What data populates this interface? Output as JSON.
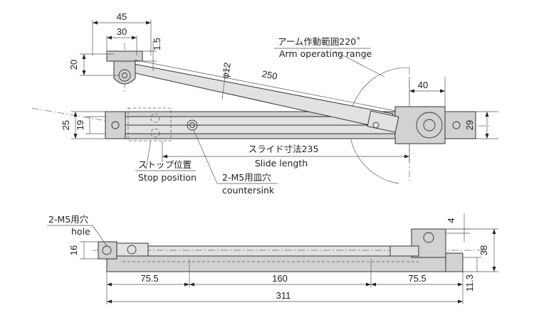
{
  "top_view": {
    "dim_45": "45",
    "dim_30": "30",
    "dim_1_5": "1.5",
    "dim_20": "20",
    "dim_250": "250",
    "dim_phi12": "φ12",
    "dim_40": "40",
    "dim_29": "29",
    "dim_25": "25",
    "dim_19": "19",
    "dim_slide": "スライド寸法235",
    "slide_en": "Slide length",
    "arm_range_jp": "アーム作動範囲220˚",
    "arm_range_en": "Arm operating range",
    "stop_jp": "ストップ位置",
    "stop_en": "Stop position",
    "countersink_jp": "2-M5用皿穴",
    "countersink_en": "countersink"
  },
  "side_view": {
    "hole_jp": "2-M5用穴",
    "hole_en": "hole",
    "dim_16": "16",
    "dim_4": "4",
    "dim_38": "38",
    "dim_11_3": "11.3",
    "dim_75_5_left": "75.5",
    "dim_160": "160",
    "dim_75_5_right": "75.5",
    "dim_311": "311"
  }
}
